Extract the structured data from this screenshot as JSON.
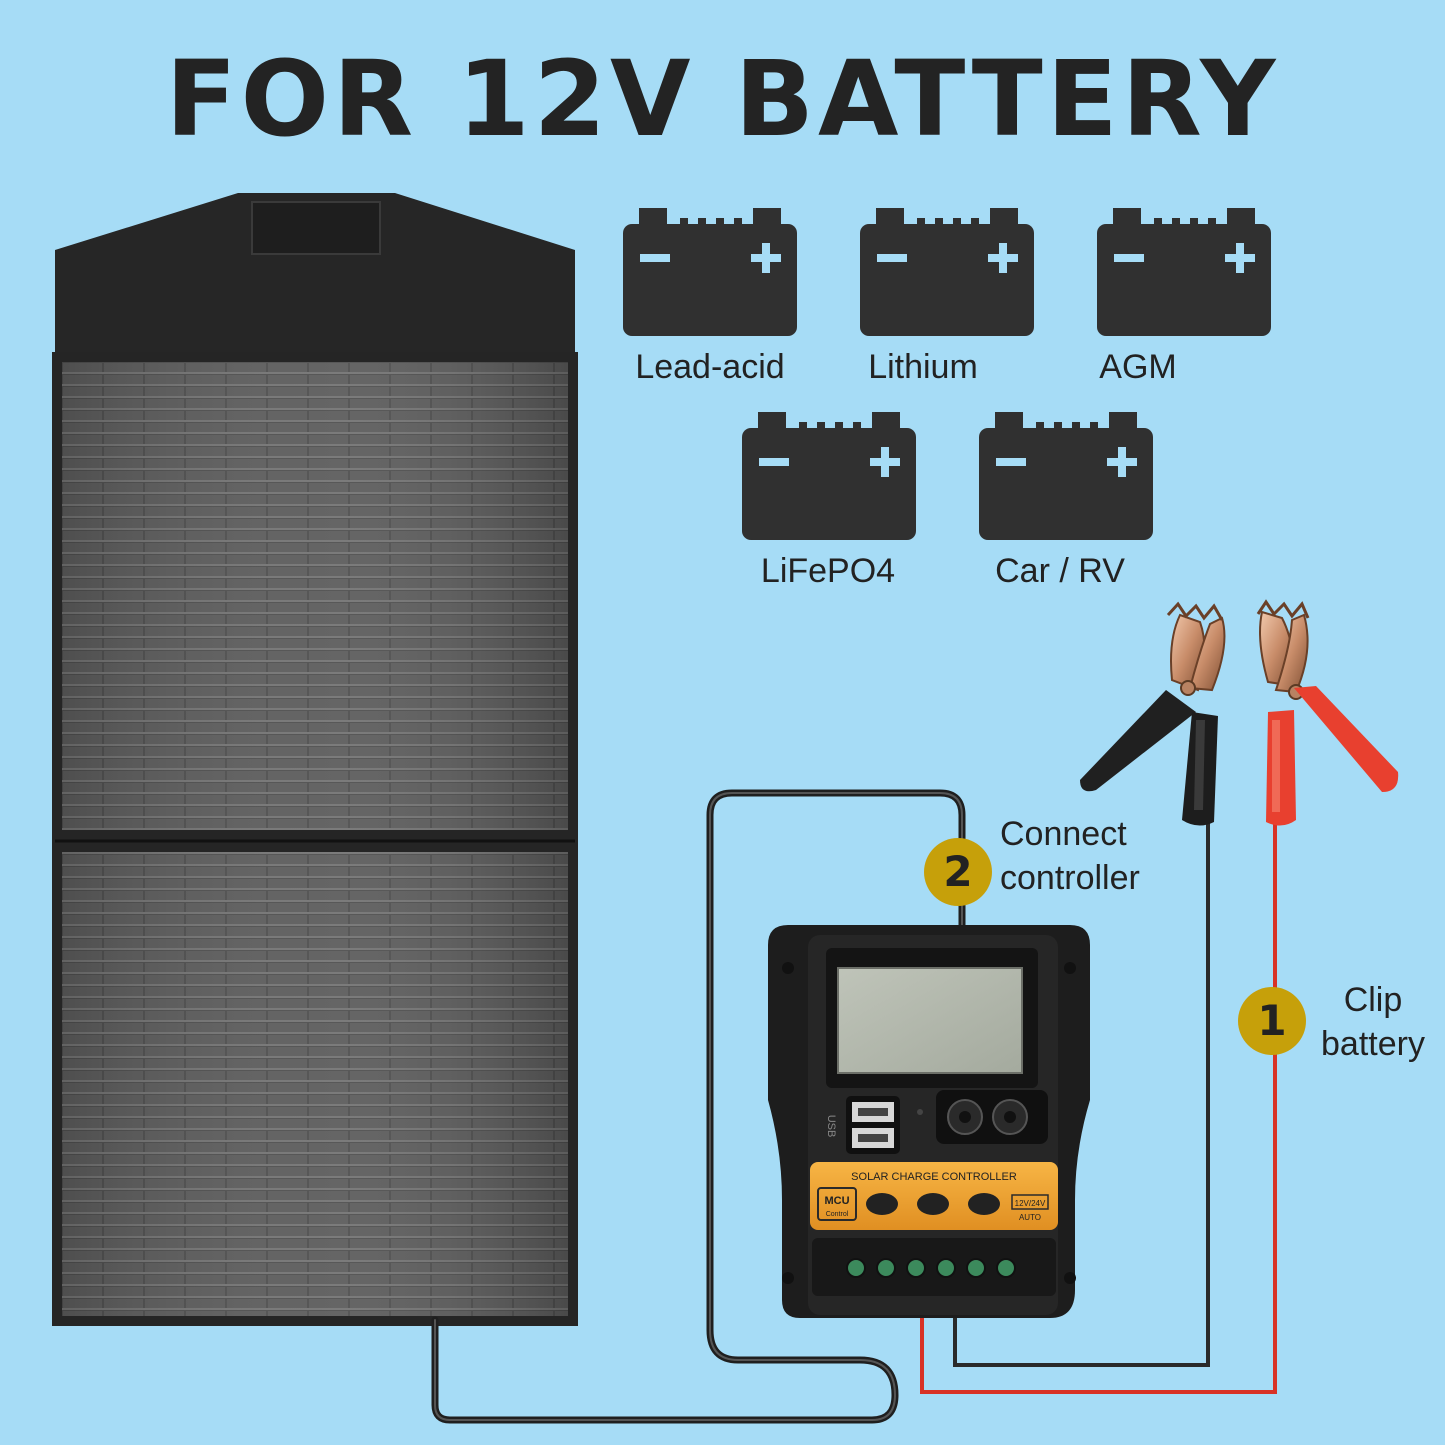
{
  "title": "FOR 12V BATTERY",
  "batteries": [
    {
      "label": "Lead-acid"
    },
    {
      "label": "Lithium"
    },
    {
      "label": "AGM"
    },
    {
      "label": "LiFePO4"
    },
    {
      "label": "Car / RV"
    }
  ],
  "steps": [
    {
      "number": "2",
      "line1": "Connect",
      "line2": "controller"
    },
    {
      "number": "1",
      "line1": "Clip",
      "line2": "battery"
    }
  ],
  "controller": {
    "header": "SOLAR CHARGE CONTROLLER",
    "mcu_label": "MCU",
    "mcu_sub": "Control",
    "voltage_label": "12V/24V",
    "auto_label": "AUTO",
    "usb_label": "USB"
  },
  "colors": {
    "background": "#a6dcf6",
    "battery_icon": "#303030",
    "badge": "#c6a00a",
    "controller_orange": "#f2a32f",
    "red_clamp": "#e8402f",
    "wire_red": "#d83226"
  }
}
